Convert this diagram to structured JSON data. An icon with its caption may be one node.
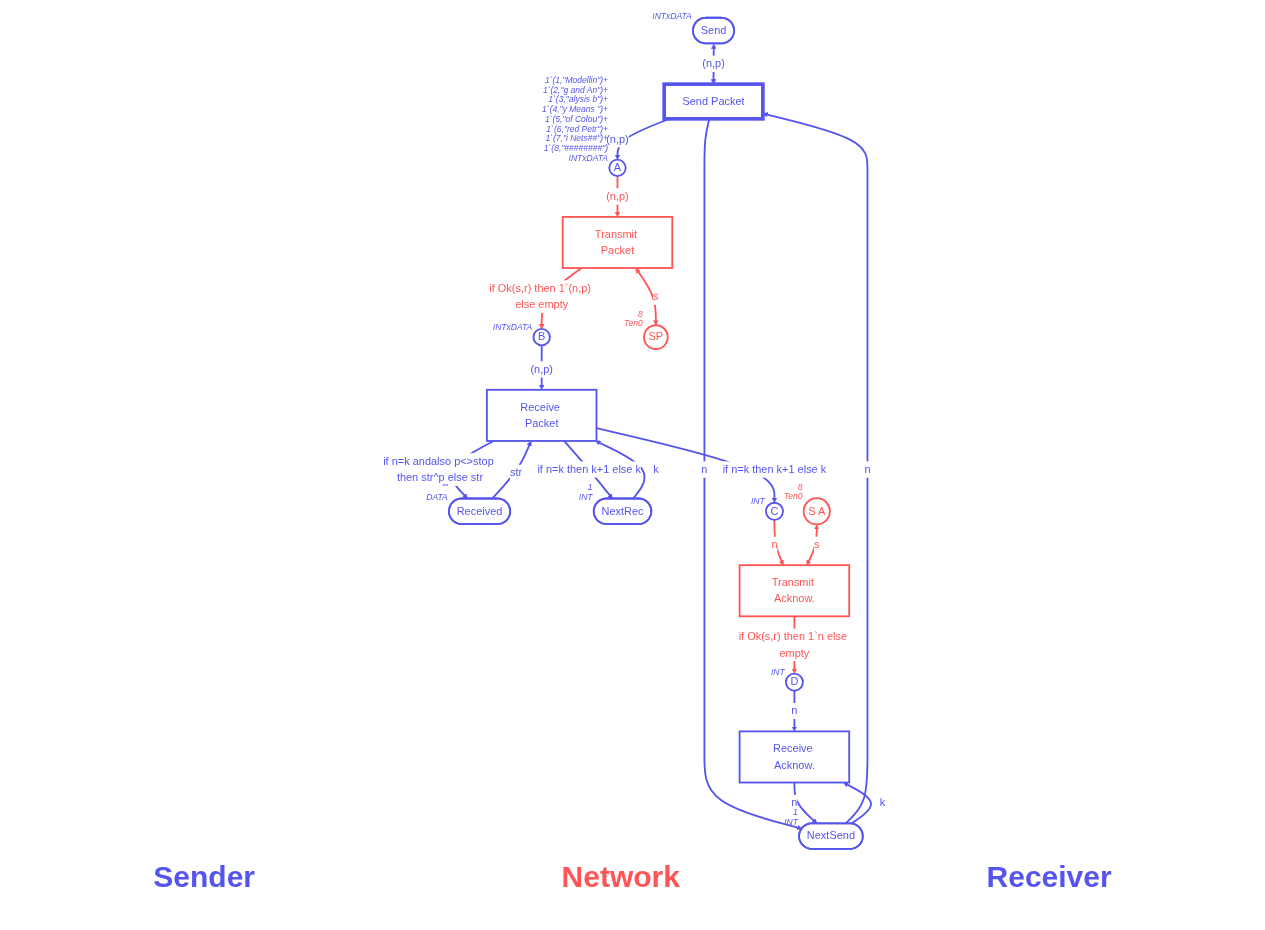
{
  "diagram": {
    "nodes": [
      {
        "text": [
          "Send"
        ],
        "beside": [
          "INTxDATA"
        ]
      },
      {
        "text": [
          "Received"
        ],
        "beside": [
          "\"\"",
          "DATA"
        ]
      },
      {
        "text": [
          "Send Packet"
        ]
      },
      {
        "text": [
          "A"
        ],
        "beside": [
          "1`(1,\"Modellin\")+ 1`(2,\"g and An\")+ 1`(3,\"alysis b\")+ 1`(4,\"y Means \")+ 1`(5,\"of Colou\")+ 1`(6,\"red Petr\")+ 1`(7,\"i Nets##\")+ 1`(8,\"########\")",
          "INTxDATA"
        ]
      },
      {
        "text": [
          "Transmit Packet"
        ]
      },
      {
        "text": [
          "B"
        ],
        "beside": [
          "INTxDATA"
        ]
      },
      {
        "text": [
          "SP"
        ],
        "beside": [
          "8",
          "Ten0"
        ]
      },
      {
        "text": [
          "NextSend"
        ],
        "beside": [
          "1",
          "INT"
        ]
      },
      {
        "text": [
          "NextRec"
        ],
        "beside": [
          "1",
          "INT"
        ]
      },
      {
        "text": [
          "Receive Packet"
        ]
      },
      {
        "text": [
          "S A"
        ],
        "beside": [
          "8",
          "Ten0"
        ]
      },
      {
        "text": [
          "Receive Acknow."
        ]
      },
      {
        "text": [
          "D"
        ],
        "beside": [
          "INT"
        ]
      },
      {
        "text": [
          "Transmit Acknow."
        ]
      },
      {
        "text": [
          "C"
        ],
        "beside": [
          "INT"
        ]
      }
    ],
    "edges": [
      {
        "from": 0,
        "to": 2,
        "arrow": "both",
        "label": "(n,p)"
      },
      {
        "from": 2,
        "to": 3,
        "arrow": "to",
        "label": "(n,p)"
      },
      {
        "from": 3,
        "to": 4,
        "arrow": "to",
        "label": "(n,p)",
        "color": "#ff5555"
      },
      {
        "from": 4,
        "to": 5,
        "arrow": "to",
        "label": "if Ok(s,r) then 1`(n,p) else empty",
        "color": "#ff5555"
      },
      {
        "from": 4,
        "to": 6,
        "arrow": "both",
        "label": "s",
        "color": "#ff5555"
      },
      {
        "from": 5,
        "to": 9,
        "arrow": "to",
        "label": "(n,p)"
      },
      {
        "from": 1,
        "to": 9,
        "arrow": "to",
        "label": "str"
      },
      {
        "from": 9,
        "to": 1,
        "arrow": "to",
        "label": "if n=k andalso p<>stop then str^p else str"
      },
      {
        "from": 8,
        "to": 9,
        "arrow": "to",
        "label": "k"
      },
      {
        "from": 9,
        "to": 8,
        "arrow": "to",
        "label": "if n=k then k+1 else k"
      },
      {
        "from": 9,
        "to": 14,
        "arrow": "to",
        "label": "if n=k then k+1 else k"
      },
      {
        "from": 14,
        "to": 13,
        "arrow": "to",
        "label": "n",
        "color": "#ff5555"
      },
      {
        "from": 10,
        "to": 13,
        "arrow": "both",
        "label": "s",
        "color": "#ff5555"
      },
      {
        "from": 13,
        "to": 12,
        "arrow": "to",
        "label": "if Ok(s,r) then 1`n else empty",
        "color": "#ff5555"
      },
      {
        "from": 12,
        "to": 11,
        "arrow": "to",
        "label": "n"
      },
      {
        "from": 7,
        "to": 2,
        "arrow": "to",
        "label": "n"
      },
      {
        "from": 2,
        "to": 7,
        "arrow": "to",
        "label": "n"
      },
      {
        "from": 7,
        "to": 11,
        "arrow": "to",
        "label": "k"
      },
      {
        "from": 11,
        "to": 7,
        "arrow": "to",
        "label": "n"
      }
    ],
    "labels": [
      "Sender",
      "Network",
      "Receiver"
    ]
  }
}
